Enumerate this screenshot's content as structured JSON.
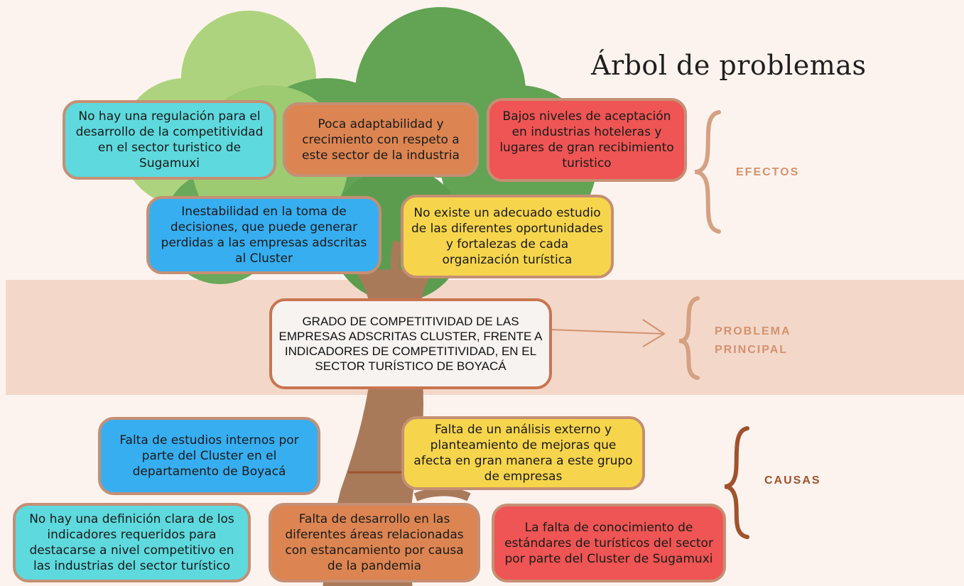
{
  "title": "Árbol de problemas",
  "sections": {
    "efectos": "EFECTOS",
    "problema_line1": "PROBLEMA",
    "problema_line2": "PRINCIPAL",
    "causas": "CAUSAS"
  },
  "efectos": [
    "No hay una regulación para el desarrollo de la competitividad en el sector turistico de Sugamuxi",
    "Poca adaptabilidad  y crecimiento con respeto a este sector de la industria",
    "Bajos niveles de aceptación en industrias hoteleras y lugares de gran recibimiento turistico",
    "Inestabilidad en la toma de decisiones, que puede generar perdidas a las empresas adscritas al Cluster",
    "No existe un adecuado estudio de las diferentes oportunidades y fortalezas de cada organización turística"
  ],
  "problema_principal": "GRADO DE COMPETITIVIDAD DE LAS EMPRESAS ADSCRITAS CLUSTER, FRENTE A INDICADORES DE COMPETITIVIDAD, EN EL SECTOR TURÍSTICO DE BOYACÁ",
  "causas": [
    "Falta de estudios internos por parte del Cluster en el departamento de Boyacá",
    "Falta de un análisis externo y planteamiento de mejoras que afecta en gran manera a este grupo de empresas",
    "No hay una definición clara de los indicadores requeridos para destacarse a nivel competitivo en las industrias del sector turístico",
    "Falta de desarrollo en las diferentes áreas relacionadas con estancamiento por causa de la pandemia",
    "La falta de conocimiento de estándares de turísticos del sector por parte del Cluster de Sugamuxi"
  ],
  "colors": {
    "background": "#fdf3ee",
    "band": "#f3d7c9",
    "trunk": "#a97a5a",
    "foliage_light": "#aed37e",
    "foliage_dark": "#62a354",
    "bracket": "#d4a183",
    "cyan": "#5ed9dd",
    "orange": "#dc8552",
    "red": "#ee5554",
    "blue": "#37aef0",
    "yellow": "#f6d54c"
  }
}
